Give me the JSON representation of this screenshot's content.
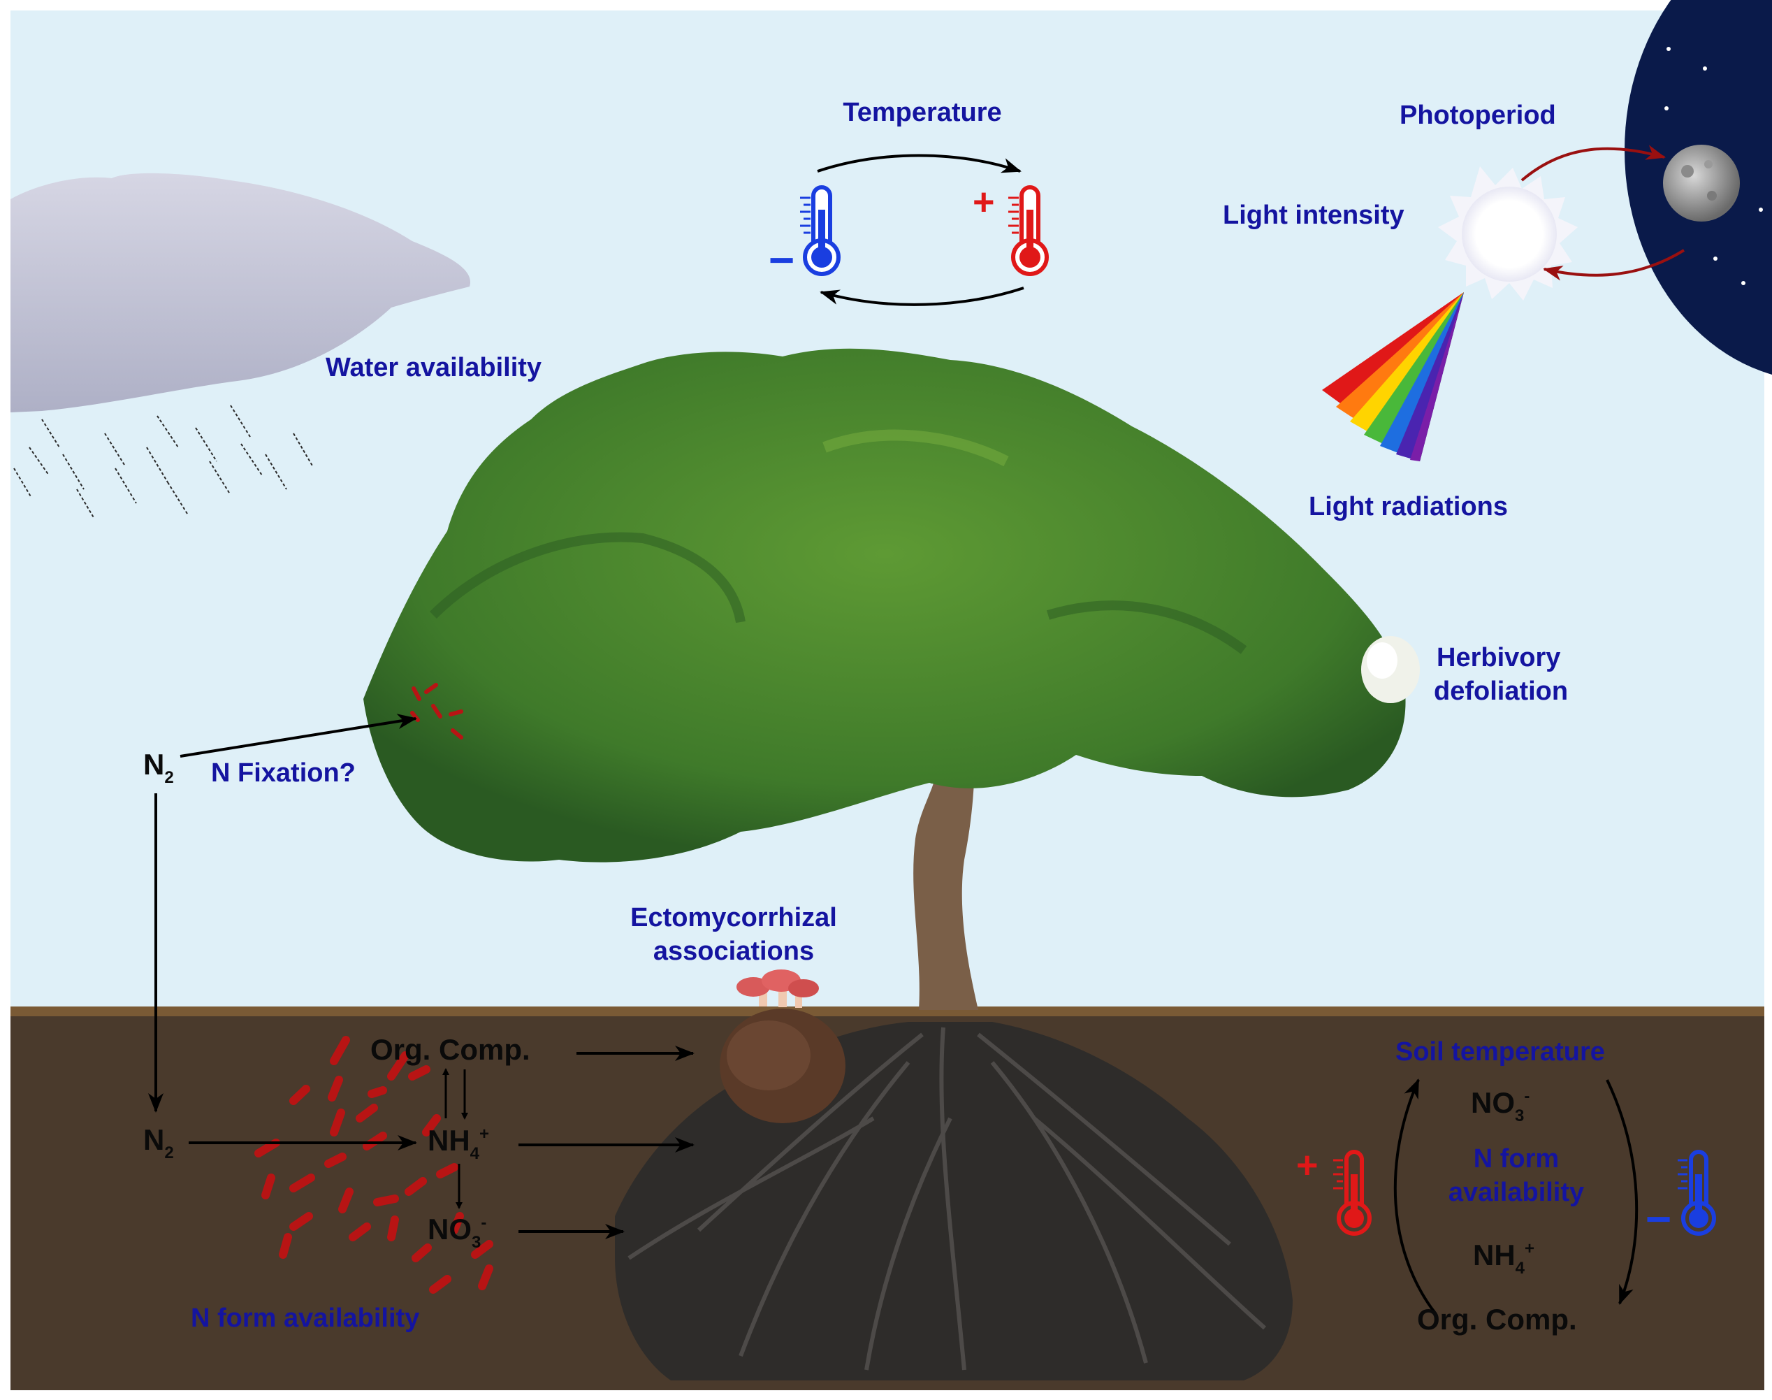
{
  "labels": {
    "temperature": "Temperature",
    "photoperiod": "Photoperiod",
    "light_intensity": "Light intensity",
    "water_availability": "Water availability",
    "light_radiations": "Light radiations",
    "herbivory_line1": "Herbivory",
    "herbivory_line2": "defoliation",
    "n_fixation": "N Fixation?",
    "ecto_line1": "Ectomycorrhizal",
    "ecto_line2": "associations",
    "n_form_availability_left": "N form availability",
    "soil_temperature": "Soil temperature",
    "n_form_right_line1": "N form",
    "n_form_right_line2": "availability"
  },
  "chem": {
    "n2_top": {
      "base": "N",
      "sub": "2"
    },
    "n2_bottom": {
      "base": "N",
      "sub": "2"
    },
    "org_comp_left": "Org. Comp.",
    "nh4_left": {
      "base": "NH",
      "sub": "4",
      "sup": "+"
    },
    "no3_left": {
      "base": "NO",
      "sub": "3",
      "sup": "-"
    },
    "no3_right": {
      "base": "NO",
      "sub": "3",
      "sup": "-"
    },
    "nh4_right": {
      "base": "NH",
      "sub": "4",
      "sup": "+"
    },
    "org_comp_right": "Org. Comp."
  },
  "thermometer_signs": {
    "cold": "−",
    "warm": "+"
  },
  "colors": {
    "sky": "#dff0f8",
    "soil": "#4a3a2c",
    "soil_line": "#7a5a35",
    "label_blue": "#1414a0",
    "cold_blue": "#1a3ee0",
    "warm_red": "#e01818",
    "arrow_red": "#9a1010",
    "bacteria_red": "#b81414",
    "night": "#0a1a4a",
    "foliage": "#3f7a2a",
    "trunk": "#7a5f48",
    "roots": "#2e2c2a"
  },
  "icons": [
    "cloud-icon",
    "rain-icon",
    "thermometer-cold-icon",
    "thermometer-warm-icon",
    "sun-icon",
    "moon-icon",
    "rainbow-spectrum-icon",
    "tree-icon",
    "mushroom-icon",
    "roots-icon",
    "bacteria-icon"
  ]
}
